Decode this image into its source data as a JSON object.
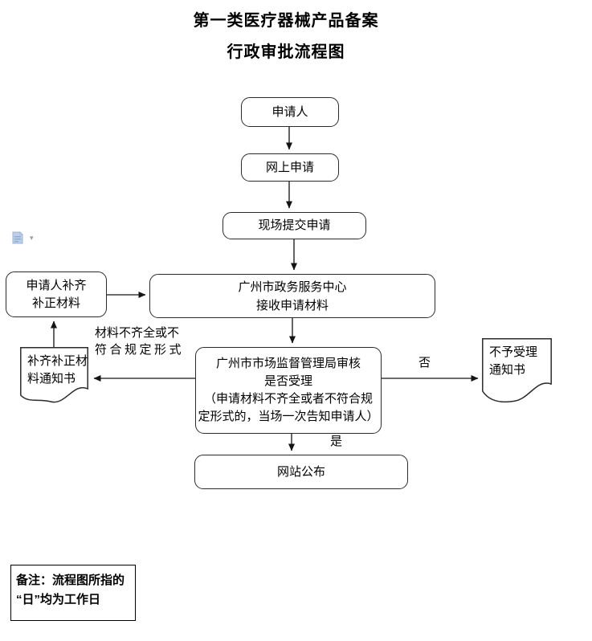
{
  "page": {
    "title_line1": "第一类医疗器械产品备案",
    "title_line2": "行政审批流程图"
  },
  "nodes": {
    "applicant": {
      "label": "申请人"
    },
    "online": {
      "label": "网上申请"
    },
    "onsite": {
      "label": "现场提交申请"
    },
    "center": {
      "label": "广州市政务服务中心\n接收申请材料"
    },
    "supplement": {
      "label": "申请人补齐\n补正材料"
    },
    "review": {
      "label": "广州市市场监督管理局审核\n是否受理\n（申请材料不齐全或者不符合规\n定形式的，当场一次告知申请人）"
    },
    "publish": {
      "label": "网站公布"
    },
    "doc_supplement_notice": {
      "label": "补齐补正材\n料通知书"
    },
    "doc_rejection_notice": {
      "label": "不予受理\n通知书"
    }
  },
  "edge_labels": {
    "incomplete_line1": "材料不齐全或不",
    "incomplete_line2": "符合规定形式",
    "no": "否",
    "yes": "是"
  },
  "note": {
    "text": "备注：流程图所指的\n“日”均为工作日"
  },
  "icons": {
    "paste_options": "paste-options-icon",
    "dropdown_glyph": "▾"
  },
  "colors": {
    "arrow_line": "#3d3d3d",
    "node_border": "#2b2b2b",
    "text": "#000000",
    "paste_icon_fill": "#bccfe8",
    "paste_icon_stroke": "#8fa9cc"
  }
}
